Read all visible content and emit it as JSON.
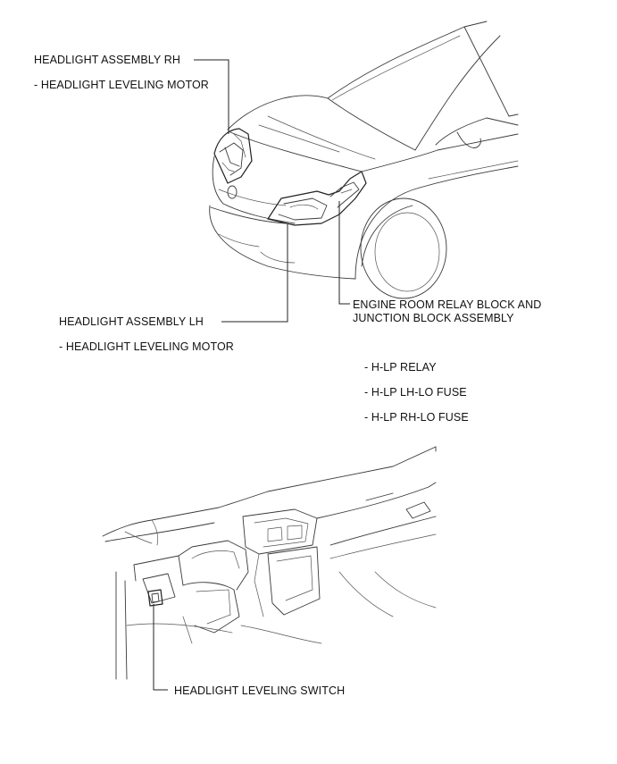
{
  "labels": {
    "rh_assembly": "HEADLIGHT ASSEMBLY RH",
    "rh_motor": "- HEADLIGHT LEVELING MOTOR",
    "lh_assembly": "HEADLIGHT ASSEMBLY LH",
    "lh_motor": "- HEADLIGHT LEVELING MOTOR",
    "engine_room_line1": "ENGINE ROOM RELAY BLOCK AND",
    "engine_room_line2": "JUNCTION BLOCK ASSEMBLY",
    "hlp_relay": "- H-LP RELAY",
    "hlp_lh_fuse": "- H-LP LH-LO FUSE",
    "hlp_rh_fuse": "- H-LP RH-LO FUSE",
    "leveling_switch": "HEADLIGHT LEVELING SWITCH"
  }
}
